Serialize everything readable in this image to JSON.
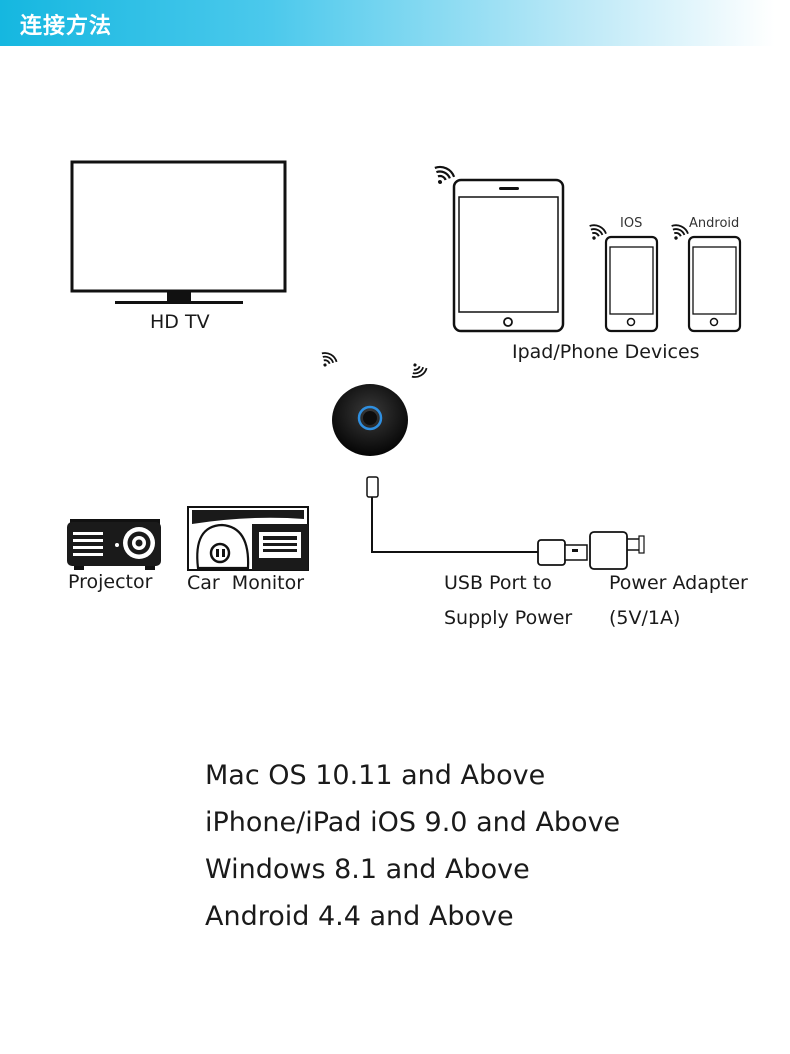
{
  "header": {
    "title": "连接方法"
  },
  "diagram": {
    "tv_label": "HD TV",
    "devices_label": "Ipad/Phone Devices",
    "ios_label": "IOS",
    "android_label": "Android",
    "projector_label": "Projector",
    "car_monitor_label": "Car  Monitor",
    "usb_label_line1": "USB Port to",
    "usb_label_line2": "Supply Power",
    "adapter_label_line1": "Power Adapter",
    "adapter_label_line2": "(5V/1A)",
    "colors": {
      "device_ring": "#2f8fe0",
      "header": "#15b7e0"
    }
  },
  "compatibility": [
    "Mac OS 10.11 and Above",
    "iPhone/iPad iOS 9.0 and Above",
    "Windows 8.1 and Above",
    "Android 4.4 and Above"
  ]
}
